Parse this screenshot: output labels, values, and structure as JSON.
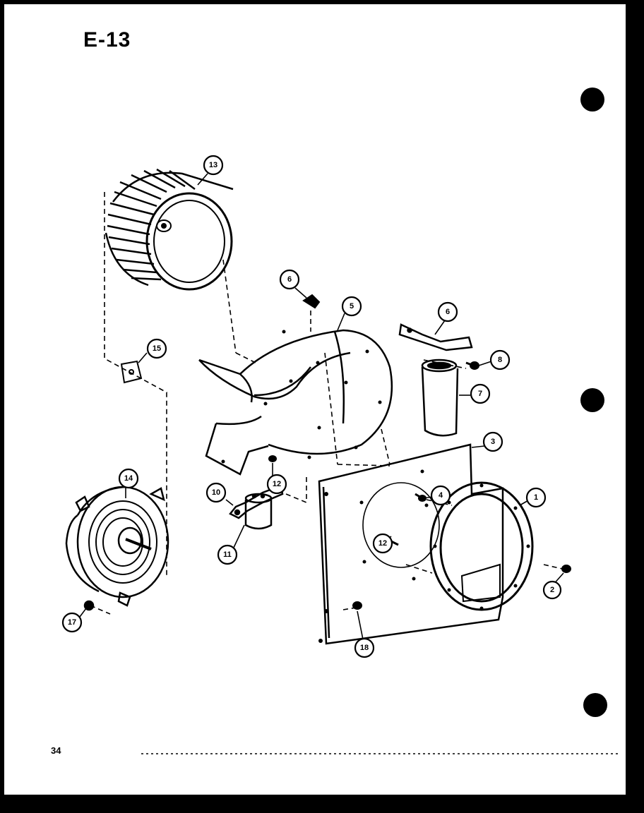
{
  "figure": {
    "title": "E-13",
    "page_number": "34"
  },
  "callouts": [
    {
      "number": "1"
    },
    {
      "number": "2"
    },
    {
      "number": "3"
    },
    {
      "number": "4"
    },
    {
      "number": "5"
    },
    {
      "number": "6"
    },
    {
      "number": "6"
    },
    {
      "number": "7"
    },
    {
      "number": "8"
    },
    {
      "number": "10"
    },
    {
      "number": "11"
    },
    {
      "number": "12"
    },
    {
      "number": "12"
    },
    {
      "number": "12"
    },
    {
      "number": "13"
    },
    {
      "number": "14"
    },
    {
      "number": "15"
    },
    {
      "number": "17"
    },
    {
      "number": "18"
    }
  ]
}
